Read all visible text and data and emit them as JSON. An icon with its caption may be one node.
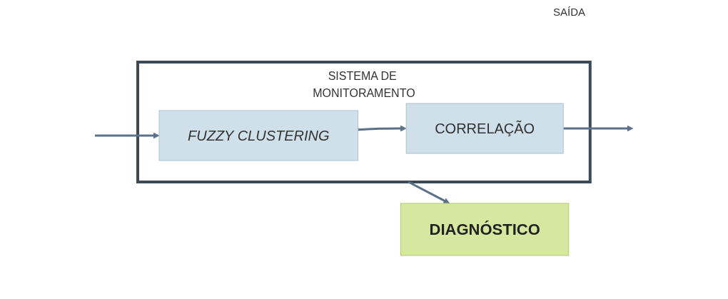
{
  "diagram": {
    "nodes": [
      {
        "text": [
          "SISTEMA DE MONITORAMENTO"
        ]
      },
      {
        "text": [
          "FUZZY CLUSTERING"
        ],
        "in": 0
      },
      {
        "text": [
          "CORRELAÇÃO"
        ],
        "in": 0
      },
      {
        "text": [
          "DIAGNÓSTICO"
        ]
      }
    ],
    "edges": [
      {
        "from": null,
        "to": 1,
        "arrow": "to"
      },
      {
        "from": 1,
        "to": 2,
        "arrow": "to"
      },
      {
        "from": 2,
        "to": null,
        "arrow": "to"
      },
      {
        "from": 0,
        "to": 3,
        "arrow": "to"
      }
    ],
    "labels": [
      "SAÍDA"
    ]
  }
}
